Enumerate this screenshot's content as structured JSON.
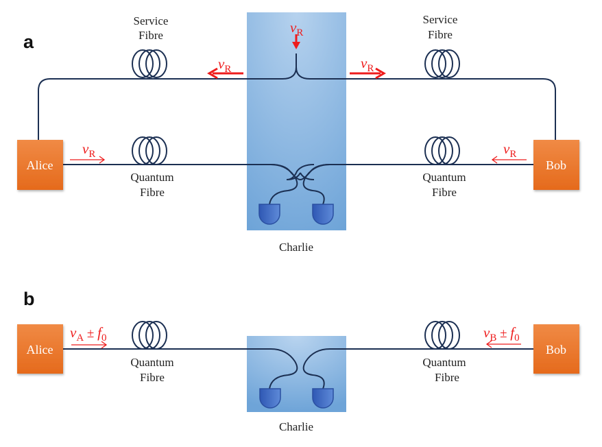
{
  "figure": {
    "panels": [
      {
        "id": "a",
        "label": "a",
        "alice_label": "Alice",
        "bob_label": "Bob",
        "charlie_label": "Charlie",
        "service_fibre_left": [
          "Service",
          "Fibre"
        ],
        "service_fibre_right": [
          "Service",
          "Fibre"
        ],
        "quantum_fibre_left": [
          "Quantum",
          "Fibre"
        ],
        "quantum_fibre_right": [
          "Quantum",
          "Fibre"
        ],
        "reference_in": {
          "symbol": "ν",
          "sub": "R"
        },
        "reference_left": {
          "symbol": "ν",
          "sub": "R"
        },
        "reference_right": {
          "symbol": "ν",
          "sub": "R"
        },
        "alice_signal": {
          "symbol": "ν",
          "sub": "R"
        },
        "bob_signal": {
          "symbol": "ν",
          "sub": "R"
        }
      },
      {
        "id": "b",
        "label": "b",
        "alice_label": "Alice",
        "bob_label": "Bob",
        "charlie_label": "Charlie",
        "quantum_fibre_left": [
          "Quantum",
          "Fibre"
        ],
        "quantum_fibre_right": [
          "Quantum",
          "Fibre"
        ],
        "alice_signal": {
          "symbol": "ν",
          "sub": "A",
          "suffix": " ± ",
          "f": "f",
          "fsub": "0"
        },
        "bob_signal": {
          "symbol": "ν",
          "sub": "B",
          "suffix": " ± ",
          "f": "f",
          "fsub": "0"
        }
      }
    ],
    "colors": {
      "party_box": "#ee7a30",
      "charlie_box": "#7fb0de",
      "fibre": "#1b2f52",
      "signal": "#ee1c1c",
      "detector": "#3f6cc4"
    }
  }
}
